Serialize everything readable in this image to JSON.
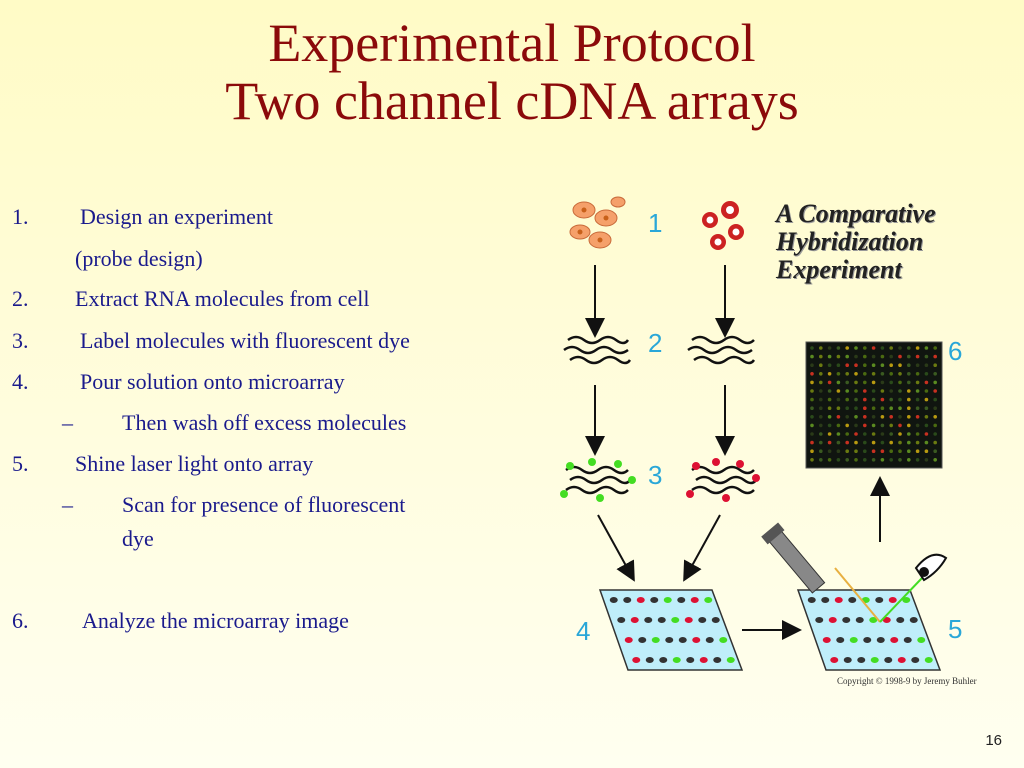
{
  "slide": {
    "title_line1": "Experimental Protocol",
    "title_line2": "Two channel cDNA arrays",
    "page_number": "16"
  },
  "protocol": {
    "items": [
      {
        "num": "1.",
        "text": "Design an experiment"
      },
      {
        "num": "",
        "text": "(probe design)"
      },
      {
        "num": "2.",
        "text": "Extract RNA molecules from cell"
      },
      {
        "num": "3.",
        "text": "Label molecules with fluorescent dye"
      },
      {
        "num": "4.",
        "text": "Pour solution onto microarray"
      },
      {
        "num": "–",
        "text": "Then wash off excess molecules"
      },
      {
        "num": "5.",
        "text": "Shine laser light onto array"
      },
      {
        "num": "–",
        "text": "Scan for presence of fluorescent"
      },
      {
        "num": "",
        "text": "dye"
      },
      {
        "num": "6.",
        "text": "Analyze the microarray image"
      }
    ]
  },
  "figure": {
    "title_line1": "A Comparative",
    "title_line2": "Hybridization",
    "title_line3": "Experiment",
    "steps": [
      "1",
      "2",
      "3",
      "4",
      "5",
      "6"
    ],
    "copyright": "Copyright © 1998-9 by Jeremy Buhler",
    "colors": {
      "step_label": "#2aa7d8",
      "dye_green": "#44dd22",
      "dye_red": "#dd1133",
      "array_surface": "#bfeefa",
      "scan_background": "#101510"
    }
  }
}
